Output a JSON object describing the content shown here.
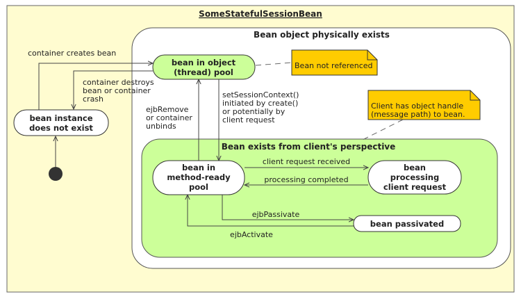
{
  "diagram": {
    "title": "SomeStatefulSessionBean",
    "regions": {
      "exists": "Bean  object physically exists",
      "client": "Bean  exists from client's perspective"
    },
    "states": {
      "not_exist": [
        "bean  instance",
        "does not exist"
      ],
      "pool": [
        "bean  in object",
        "(thread) pool"
      ],
      "ready": [
        "bean  in",
        "method-ready",
        "pool"
      ],
      "processing": [
        "bean",
        "processing",
        "client  request"
      ],
      "passivated": [
        "bean  passivated"
      ]
    },
    "notes": {
      "not_referenced": "Bean not referenced",
      "handle": [
        "Client has object handle",
        "(message path) to bean."
      ]
    },
    "transitions": {
      "create": "container creates bean",
      "destroy": [
        "container destroys",
        "bean or container",
        "crash"
      ],
      "remove": [
        "ejbRemove",
        "or container",
        "unbinds"
      ],
      "set_context": [
        "setSessionContext()",
        "initiated by create()",
        "or potentially by",
        "client request"
      ],
      "request_received": "client request received",
      "processing_completed": "processing completed",
      "passivate": "ejbPassivate",
      "activate": "ejbActivate"
    },
    "colors": {
      "background": "#fffcd0",
      "white_region": "#ffffff",
      "client_region": "#ccff99",
      "note": "#ffcc00",
      "stroke": "#444444"
    }
  }
}
